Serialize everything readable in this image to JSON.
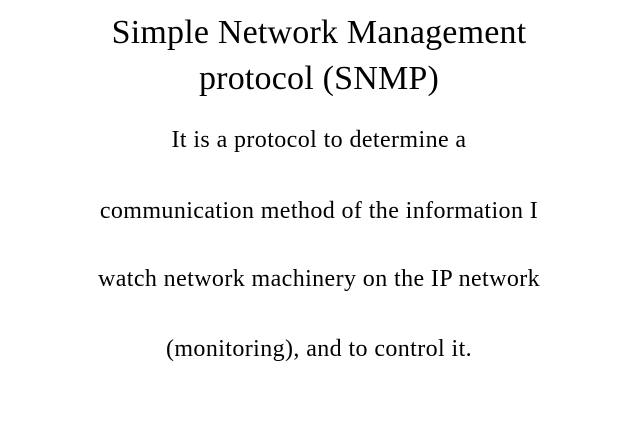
{
  "slide": {
    "title_lines": [
      "Simple Network Management",
      "protocol (SNMP)"
    ],
    "body_lines": [
      "It is a protocol to determine a",
      "communication method of the information I",
      "watch network machinery on the IP network",
      "(monitoring), and to control it."
    ]
  }
}
